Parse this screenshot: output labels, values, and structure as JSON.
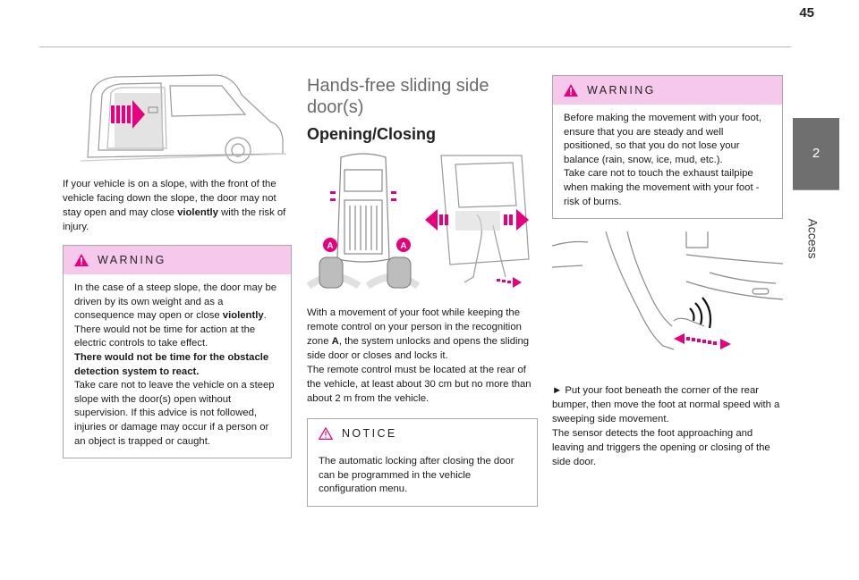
{
  "page": {
    "number": "45"
  },
  "side_tab": {
    "number": "2",
    "label": "Access"
  },
  "col1": {
    "slope_text": "If your vehicle is on a slope, with the front of the vehicle facing down the slope, the door may not stay open and may close ",
    "slope_bold": "violently",
    "slope_tail": " with the risk of injury.",
    "warning": {
      "title": "WARNING",
      "p1a": "In the case of a steep slope, the door may be driven by its own weight and as a consequence may open or close ",
      "p1b": "violently",
      "p1c": ".",
      "p2": "There would not be time for action at the electric controls to take effect.",
      "p3": "There would not be time for the obstacle detection system to react.",
      "p4": "Take care not to leave the vehicle on a steep slope with the door(s) open without supervision. If this advice is not followed, injuries or damage may occur if a person or an object is trapped or caught."
    }
  },
  "col2": {
    "title": "Hands-free sliding side door(s)",
    "subtitle": "Opening/Closing",
    "label_a": "A",
    "p1a": "With a movement of your foot while keeping the remote control on your person in the recognition zone ",
    "p1b": "A",
    "p1c": ", the system unlocks and opens the sliding side door or closes and locks it.",
    "p2": "The remote control must be located at the rear of the vehicle, at least about 30 cm but no more than about 2 m from the vehicle.",
    "notice": {
      "title": "NOTICE",
      "text": "The automatic locking after closing the door can be programmed in the vehicle configuration menu."
    }
  },
  "col3": {
    "warning": {
      "title": "WARNING",
      "p1": "Before making the movement with your foot, ensure that you are steady and well positioned, so that you do not lose your balance (rain, snow, ice, mud, etc.).",
      "p2": "Take care not to touch the exhaust tailpipe when making the movement with your foot - risk of burns."
    },
    "bullet": "►",
    "step": "Put your foot beneath the corner of the rear bumper, then move the foot at normal speed with a sweeping side movement.",
    "sensor": "The sensor detects the foot approaching and leaving and triggers the opening or closing of the side door."
  },
  "colors": {
    "warning_bg": "#f6c9ec",
    "accent": "#e6007e",
    "tab": "#6f6f6f"
  },
  "icons": [
    "warning-triangle-icon",
    "notice-triangle-icon"
  ]
}
